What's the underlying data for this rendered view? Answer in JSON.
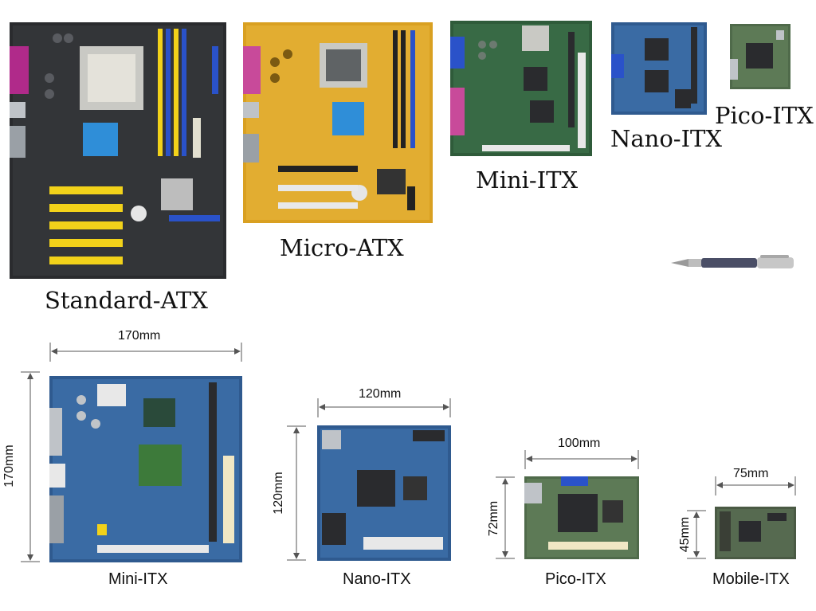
{
  "top_labels": {
    "standard_atx": "Standard-ATX",
    "micro_atx": "Micro-ATX",
    "mini_itx": "Mini-ITX",
    "nano_itx": "Nano-ITX",
    "pico_itx": "Pico-ITX"
  },
  "bottom_labels": {
    "mini_itx": "Mini-ITX",
    "nano_itx": "Nano-ITX",
    "pico_itx": "Pico-ITX",
    "mobile_itx": "Mobile-ITX"
  },
  "dimensions": {
    "mini_itx_width": "170mm",
    "mini_itx_height": "170mm",
    "nano_itx_width": "120mm",
    "nano_itx_height": "120mm",
    "pico_itx_width": "100mm",
    "pico_itx_height": "72mm",
    "mobile_itx_width": "75mm",
    "mobile_itx_height": "45mm"
  },
  "colors": {
    "atx_pcb": "#2a2b2e",
    "micro_atx_pcb": "#d9a021",
    "mini_itx_pcb": "#2f5b3a",
    "blue_pcb": "#2f5a8f",
    "slot_yellow": "#f2d21a",
    "slot_blue": "#2a52c9"
  }
}
